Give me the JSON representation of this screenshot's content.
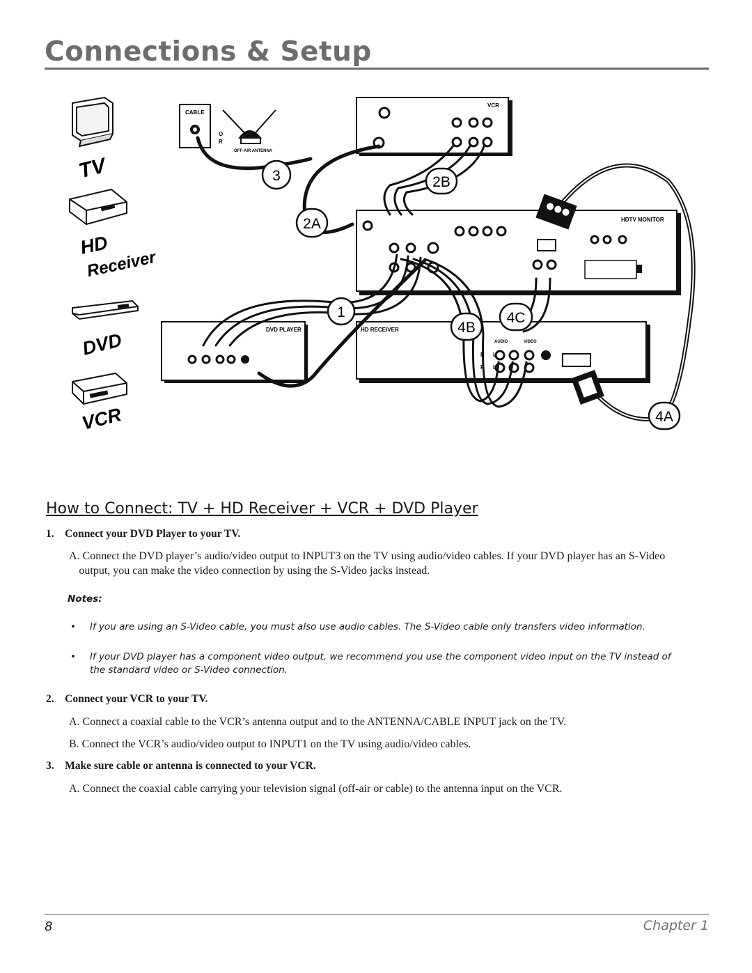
{
  "header": {
    "title": "Connections & Setup"
  },
  "diagram": {
    "device_labels": {
      "tv": "TV",
      "hd_line1": "HD",
      "hd_line2": "Receiver",
      "dvd": "DVD",
      "vcr": "VCR"
    },
    "callouts": {
      "c1": "1",
      "c2a": "2A",
      "c2b": "2B",
      "c3": "3",
      "c4a": "4A",
      "c4b": "4B",
      "c4c": "4C"
    },
    "panel_labels": {
      "cable": "CABLE",
      "or_o": "O",
      "or_r": "R",
      "antenna": "OFF-AIR ANTENNA",
      "vcr": "VCR",
      "hdtv_monitor": "HDTV MONITOR",
      "dvd_player": "DVD PLAYER",
      "hd_receiver": "HD RECEIVER",
      "audio": "AUDIO",
      "video": "VIDEO",
      "r": "R",
      "l": "L"
    }
  },
  "section": {
    "heading": "How to Connect: TV + HD Receiver + VCR + DVD Player"
  },
  "steps": [
    {
      "title": "1. Connect your DVD Player to your TV.",
      "paragraphs": [
        "A. Connect the DVD player’s audio/video output to INPUT3 on the TV using audio/video cables. If your DVD player has an S-Video output, you can make the video connection by using the S-Video jacks instead."
      ]
    },
    {
      "title": "2. Connect your VCR to your TV.",
      "paragraphs": [
        "A. Connect a coaxial cable to the VCR’s antenna output and to the ANTENNA/CABLE INPUT jack on the TV.",
        "B. Connect the VCR’s audio/video output to INPUT1 on the TV using audio/video cables."
      ]
    },
    {
      "title": "3. Make sure cable or antenna is connected to your VCR.",
      "paragraphs": [
        "A. Connect the coaxial cable carrying your television signal (off-air or cable) to the antenna input on the VCR."
      ]
    }
  ],
  "notes": {
    "label": "Notes:",
    "items": [
      "If you are using an S-Video cable, you must also use audio cables. The S-Video cable only transfers video information.",
      "If your DVD player has a component video output, we recommend you use the component video input on the TV instead of the standard video or S-Video connection."
    ]
  },
  "footer": {
    "page_number": "8",
    "chapter": "Chapter 1"
  }
}
